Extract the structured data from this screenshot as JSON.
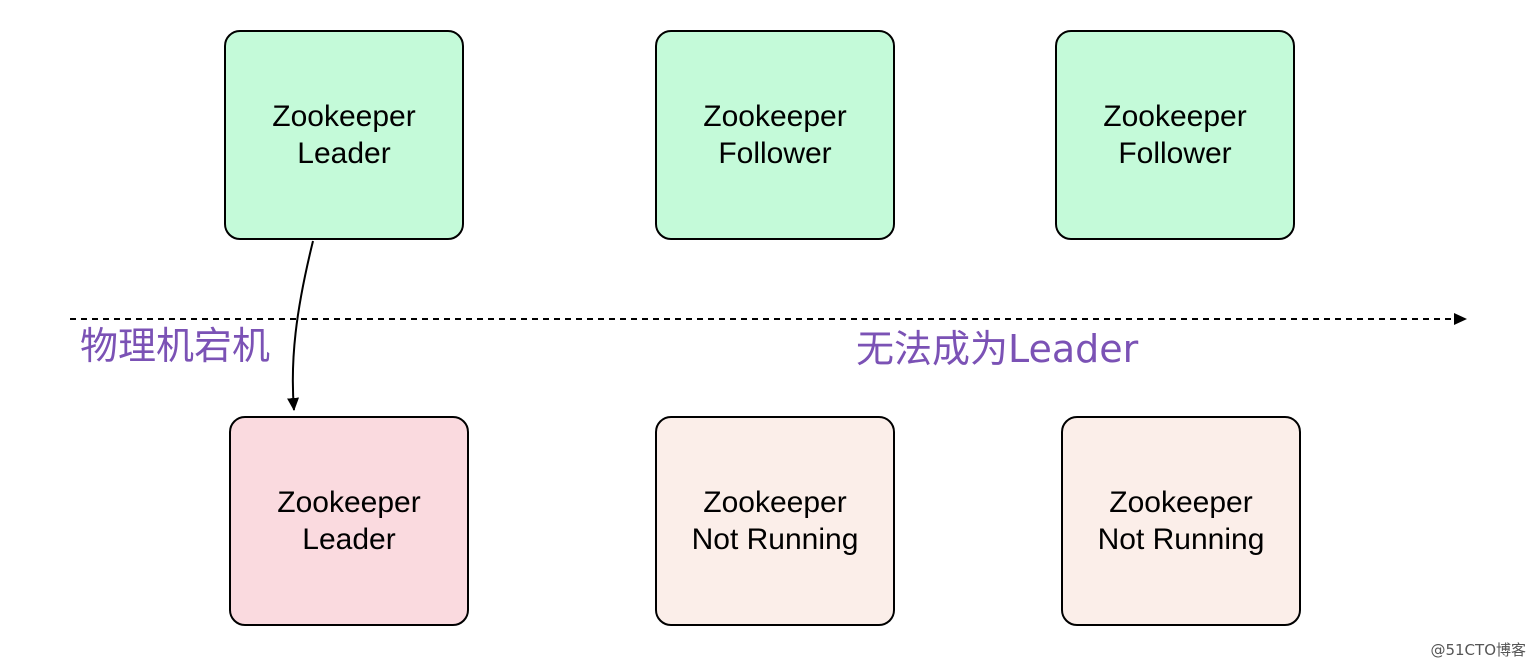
{
  "nodes": {
    "top_leader": {
      "line1": "Zookeeper",
      "line2": "Leader"
    },
    "top_follower_1": {
      "line1": "Zookeeper",
      "line2": "Follower"
    },
    "top_follower_2": {
      "line1": "Zookeeper",
      "line2": "Follower"
    },
    "bottom_leader": {
      "line1": "Zookeeper",
      "line2": "Leader"
    },
    "bottom_not_running_1": {
      "line1": "Zookeeper",
      "line2": "Not Running"
    },
    "bottom_not_running_2": {
      "line1": "Zookeeper",
      "line2": "Not Running"
    }
  },
  "labels": {
    "left": "物理机宕机",
    "right": "无法成为Leader"
  },
  "watermark": "@51CTO博客",
  "colors": {
    "active_node": "#c4fad9",
    "failed_leader": "#fadadf",
    "not_running": "#fbeee9",
    "label_text": "#7b52b5",
    "stroke": "#000000"
  }
}
